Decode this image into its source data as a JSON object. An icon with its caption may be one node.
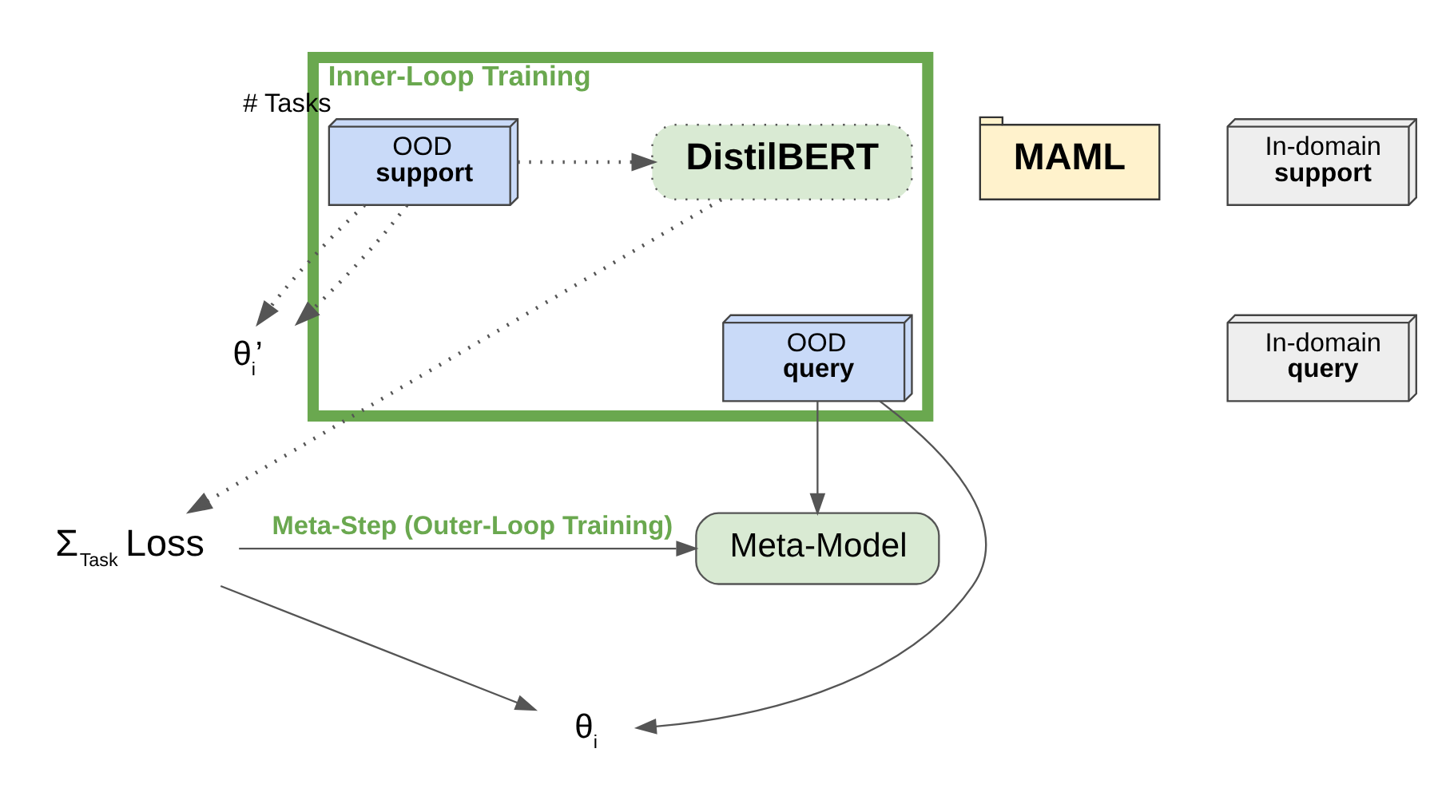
{
  "diagram": {
    "nodes": [
      {
        "text": [
          "Inner-Loop Training"
        ]
      },
      {
        "text": [
          "MAML"
        ]
      },
      {
        "text": [
          "In-domain",
          "support"
        ]
      },
      {
        "text": [
          "In-domain",
          "query"
        ]
      },
      {
        "text": [
          "OOD",
          "support"
        ],
        "in": 0,
        "beside": [
          "# Tasks"
        ]
      },
      {
        "text": [
          "OOD",
          "query"
        ],
        "in": 0
      },
      {
        "text": [
          "DistilBERT"
        ],
        "in": 0
      },
      {
        "text": [
          "θ$_{i}$’"
        ]
      },
      {
        "text": [
          "θ$_{i}$"
        ]
      },
      {
        "text": [
          "Σ$_{Task}$ Loss"
        ]
      },
      {
        "text": [
          "Meta-Model"
        ]
      }
    ],
    "edges": [
      {
        "from": 4,
        "to": 6,
        "arrow": "to",
        "style": "dashed"
      },
      {
        "from": 4,
        "to": 7,
        "arrow": "to",
        "style": "dashed"
      },
      {
        "from": 4,
        "to": 7,
        "arrow": "to",
        "style": "dashed"
      },
      {
        "from": 6,
        "to": 9,
        "arrow": "to",
        "style": "dashed"
      },
      {
        "from": 5,
        "to": 10,
        "arrow": "to"
      },
      {
        "from": 5,
        "to": 8,
        "arrow": "to"
      },
      {
        "from": 9,
        "to": 10,
        "arrow": "to",
        "label": "Meta-Step (Outer-Loop Training)"
      },
      {
        "from": 9,
        "to": 8,
        "arrow": "to"
      }
    ]
  }
}
